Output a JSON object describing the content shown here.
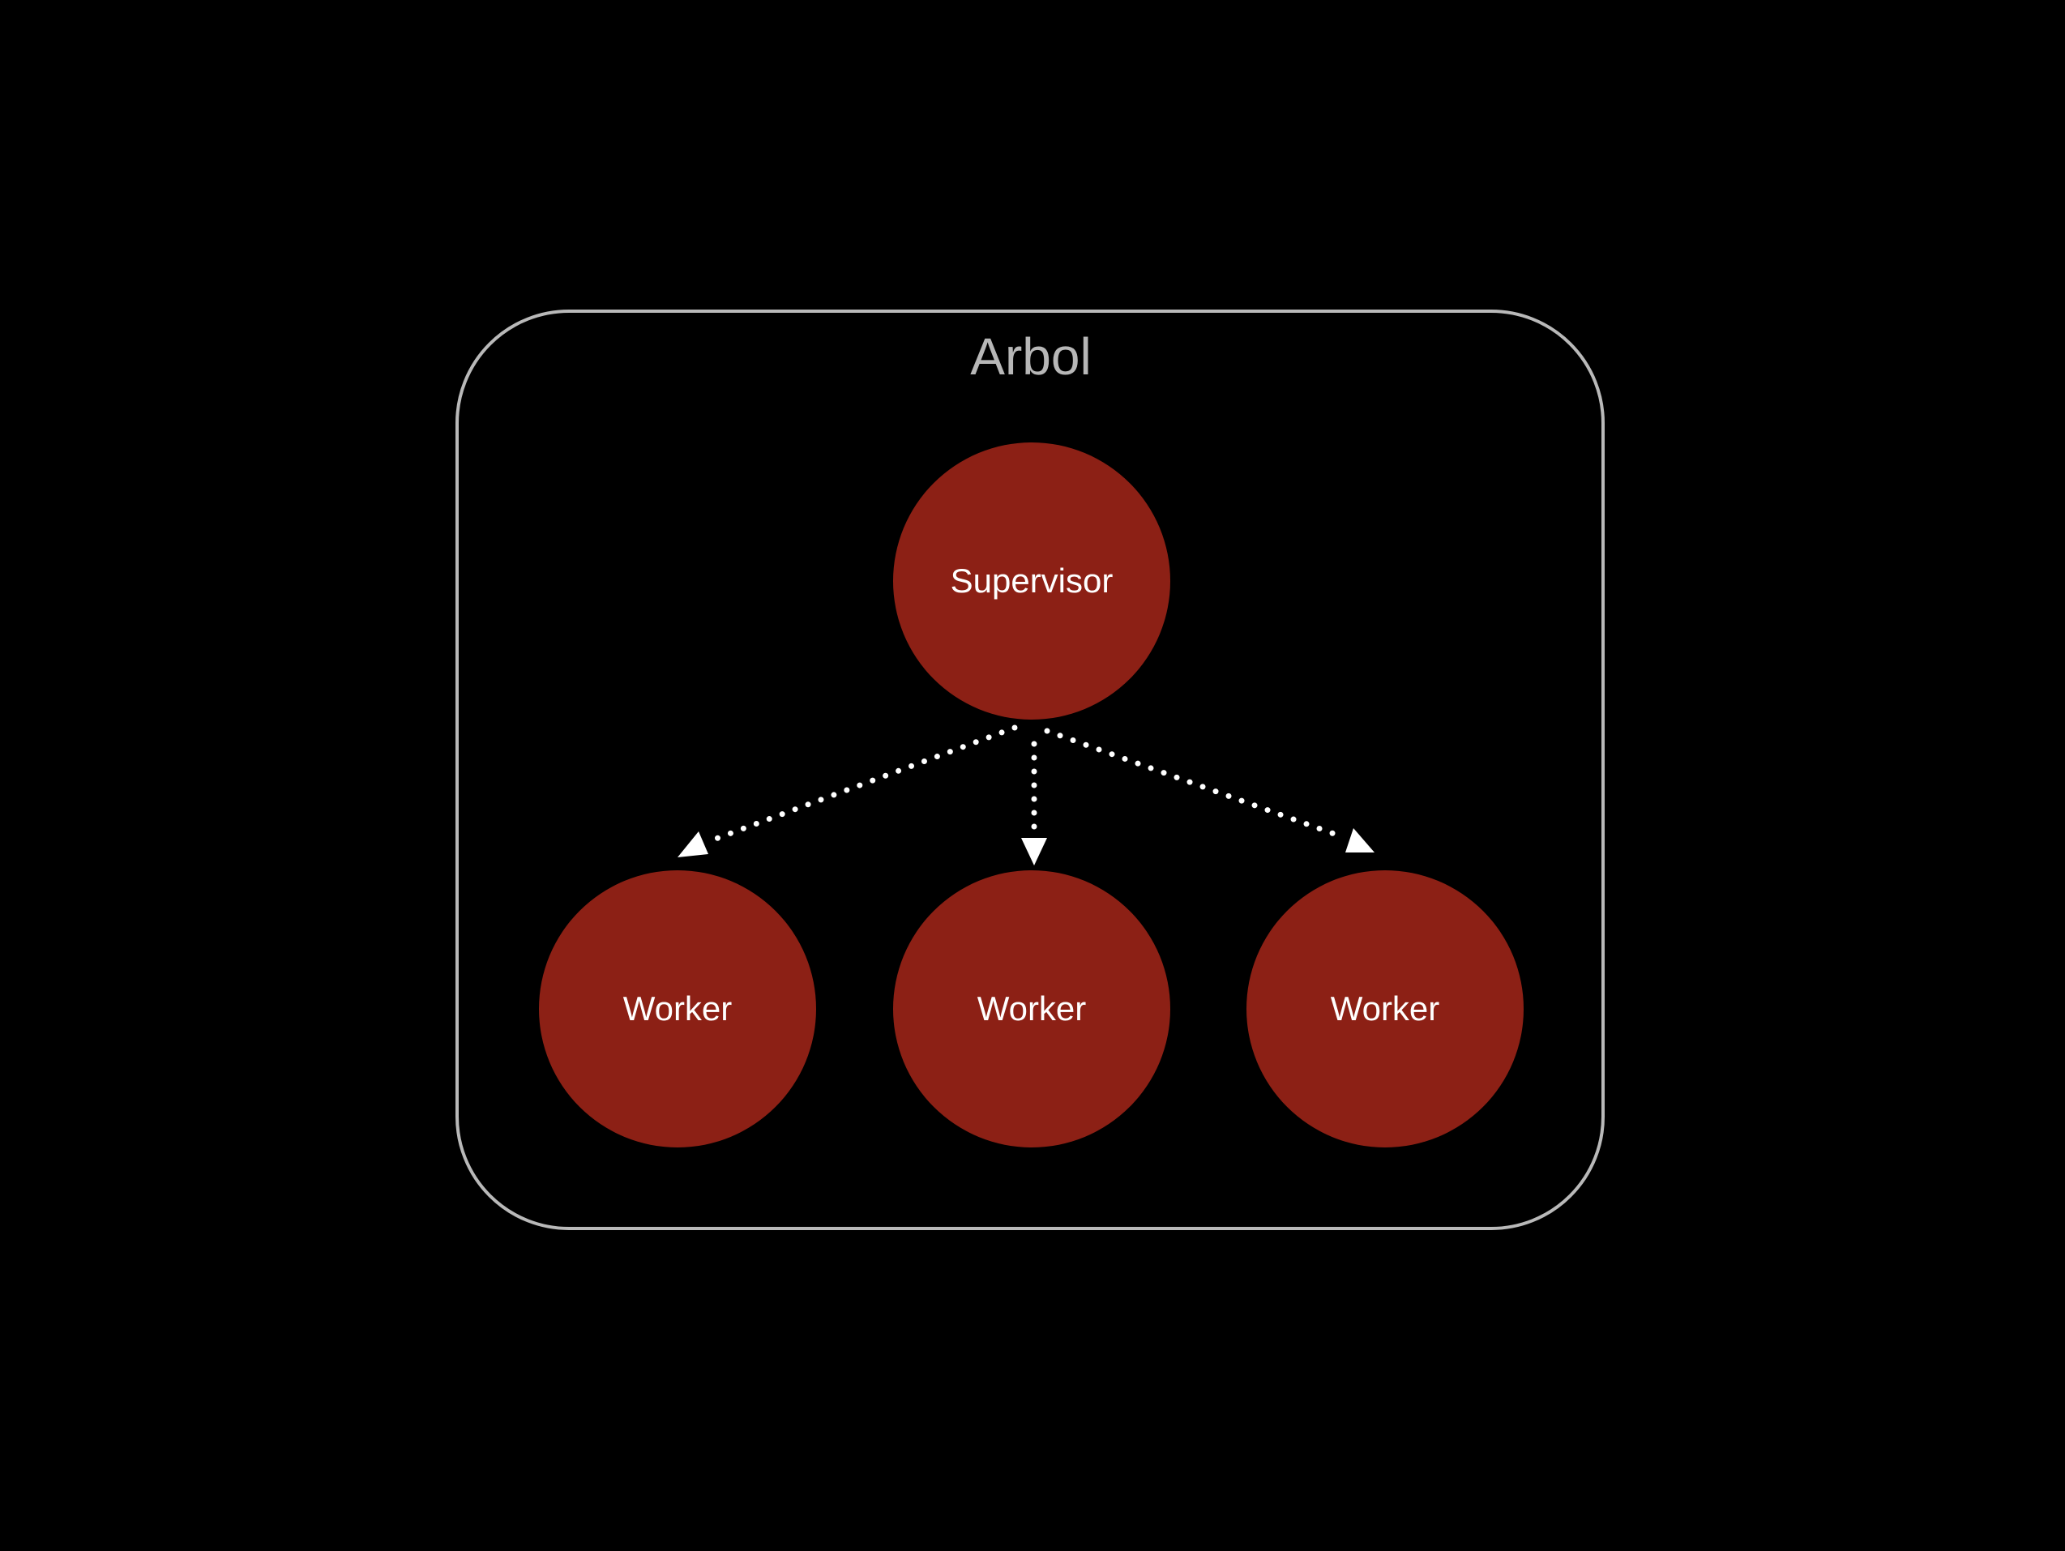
{
  "diagram": {
    "title": "Arbol",
    "supervisor": {
      "label": "Supervisor"
    },
    "workers": [
      {
        "label": "Worker"
      },
      {
        "label": "Worker"
      },
      {
        "label": "Worker"
      }
    ],
    "edges": [
      {
        "from": "supervisor",
        "to": "worker-1",
        "style": "dotted"
      },
      {
        "from": "supervisor",
        "to": "worker-2",
        "style": "dotted"
      },
      {
        "from": "supervisor",
        "to": "worker-3",
        "style": "dotted"
      }
    ],
    "colors": {
      "background": "#000000",
      "node_fill": "#8c2015",
      "node_text": "#ffffff",
      "container_border": "#b9b9b9",
      "title_text": "#b7b7b7",
      "edge": "#ffffff"
    }
  }
}
